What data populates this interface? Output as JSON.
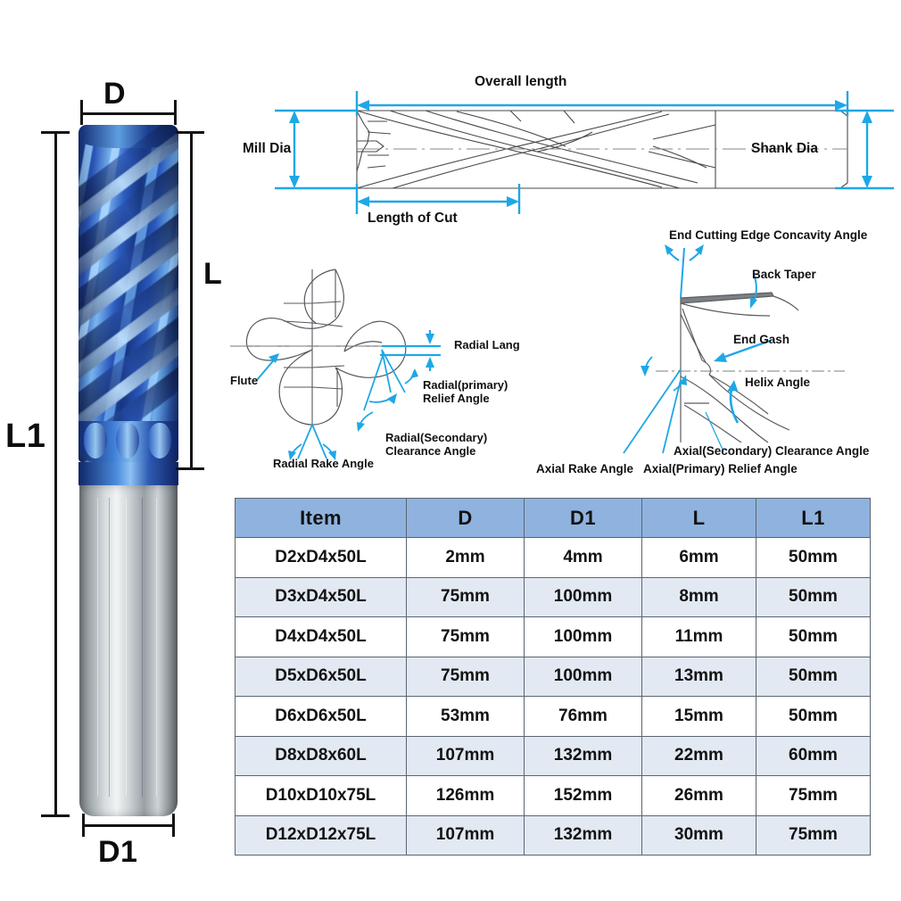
{
  "product_photo": {
    "dimension_labels": {
      "mill_diameter": "D",
      "flute_length": "L",
      "overall_length": "L1",
      "shank_diameter": "D1"
    }
  },
  "diagrams": {
    "side_view": {
      "labels": {
        "overall_length": "Overall length",
        "mill_dia": "Mill Dia",
        "shank_dia": "Shank Dia",
        "length_of_cut": "Length of Cut"
      }
    },
    "end_view": {
      "labels": {
        "flute": "Flute",
        "radial_lang": "Radial Lang",
        "radial_primary_relief_angle": "Radial(primary)\nRelief Angle",
        "radial_secondary_clearance_angle": "Radial(Secondary)\nClearance Angle",
        "radial_rake_angle": "Radial Rake Angle"
      }
    },
    "profile_view": {
      "labels": {
        "end_cutting_edge_concavity_angle": "End Cutting Edge Concavity Angle",
        "back_taper": "Back Taper",
        "end_gash": "End Gash",
        "helix_angle": "Helix Angle",
        "axial_secondary_clearance_angle": "Axial(Secondary) Clearance Angle",
        "axial_rake_angle": "Axial Rake Angle",
        "axial_primary_relief_angle": "Axial(Primary) Relief Angle"
      }
    }
  },
  "spec_table": {
    "headers": [
      "Item",
      "D",
      "D1",
      "L",
      "L1"
    ],
    "rows": [
      [
        "D2xD4x50L",
        "2mm",
        "4mm",
        "6mm",
        "50mm"
      ],
      [
        "D3xD4x50L",
        "75mm",
        "100mm",
        "8mm",
        "50mm"
      ],
      [
        "D4xD4x50L",
        "75mm",
        "100mm",
        "11mm",
        "50mm"
      ],
      [
        "D5xD6x50L",
        "75mm",
        "100mm",
        "13mm",
        "50mm"
      ],
      [
        "D6xD6x50L",
        "53mm",
        "76mm",
        "15mm",
        "50mm"
      ],
      [
        "D8xD8x60L",
        "107mm",
        "132mm",
        "22mm",
        "60mm"
      ],
      [
        "D10xD10x75L",
        "126mm",
        "152mm",
        "26mm",
        "75mm"
      ],
      [
        "D12xD12x75L",
        "107mm",
        "132mm",
        "30mm",
        "75mm"
      ]
    ]
  },
  "colors": {
    "accent_cyan": "#1FA7E6",
    "table_header_blue": "#8FB3DE",
    "table_alt_row": "#E2E9F2",
    "coating_blue": "#1B3E96"
  }
}
